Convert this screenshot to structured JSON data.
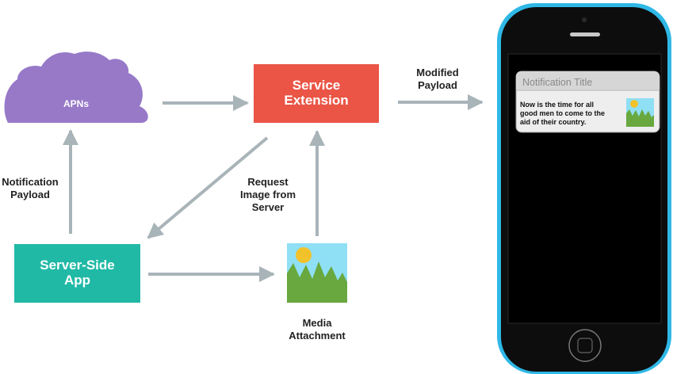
{
  "colors": {
    "cloud": "#9779c8",
    "service_extension": "#ea5546",
    "server_app": "#20b9a6",
    "arrow": "#a9b4b9",
    "phone_body": "#2fb8e6",
    "screen": "#000000",
    "notification_bg": "#eeeeee",
    "notification_header": "#d6d6d6"
  },
  "nodes": {
    "apns": {
      "label": "APNs",
      "icon": "cloud-icon"
    },
    "service_extension": {
      "line1": "Service",
      "line2": "Extension"
    },
    "server_app": {
      "line1": "Server-Side",
      "line2": "App"
    },
    "media": {
      "icon": "image-icon",
      "line1": "Media",
      "line2": "Attachment"
    }
  },
  "edges": {
    "notification_payload": {
      "line1": "Notification",
      "line2": "Payload"
    },
    "request_image": {
      "line1": "Request",
      "line2": "Image from",
      "line3": "Server"
    },
    "modified_payload": {
      "line1": "Modified",
      "line2": "Payload"
    }
  },
  "phone": {
    "notification": {
      "title": "Notification Title",
      "line1": "Now is the time for all",
      "line2": "good men to come to the",
      "line3": "aid of their country.",
      "thumbnail_icon": "image-icon"
    }
  }
}
